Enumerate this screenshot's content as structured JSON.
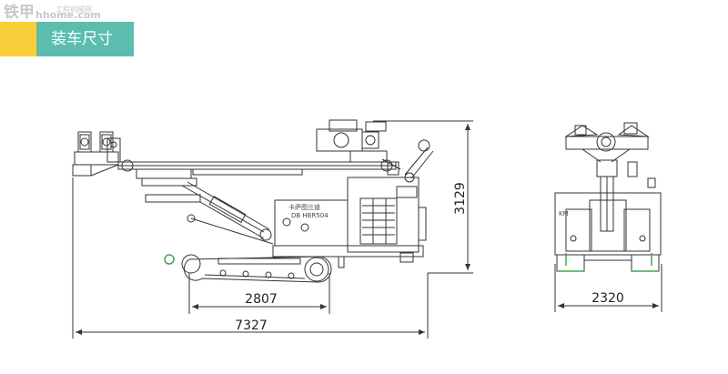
{
  "watermark": {
    "main": "铁甲",
    "url": "hhome.com",
    "sub": "工程机械网"
  },
  "header": {
    "title": "装车尺寸"
  },
  "dimensions": {
    "track_length": "2807",
    "total_length": "7327",
    "height": "3129",
    "width": "2320"
  },
  "machine": {
    "brand_label": "卡萨图兰迪",
    "model_label": "DB HBR504",
    "front_label": "KM"
  },
  "colors": {
    "accent_yellow": "#f8cf3a",
    "accent_teal": "#5cbcae",
    "line": "#333333",
    "highlight_green": "#3caa4a"
  }
}
